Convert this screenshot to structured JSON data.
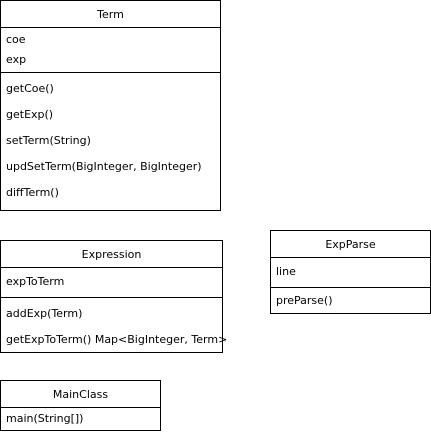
{
  "classes": {
    "term": {
      "name": "Term",
      "attributes": [
        "coe",
        "exp"
      ],
      "methods": [
        "getCoe()",
        "getExp()",
        "setTerm(String)",
        "updSetTerm(BigInteger, BigInteger)",
        "diffTerm()"
      ]
    },
    "expression": {
      "name": "Expression",
      "attributes": [
        "expToTerm"
      ],
      "methods": [
        "addExp(Term)",
        "getExpToTerm() Map<BigInteger, Term>"
      ]
    },
    "expparse": {
      "name": "ExpParse",
      "attributes": [
        "line"
      ],
      "methods": [
        "preParse()"
      ]
    },
    "mainclass": {
      "name": "MainClass",
      "methods": [
        "main(String[])"
      ]
    }
  }
}
